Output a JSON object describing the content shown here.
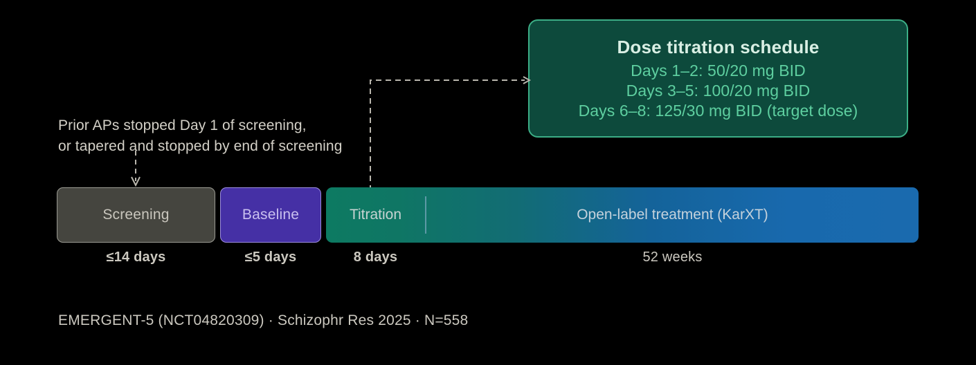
{
  "callout": {
    "title": "Dose titration schedule",
    "lines": [
      "Days 1–2: 50/20 mg BID",
      "Days 3–5: 100/20 mg BID",
      "Days 6–8: 125/30 mg BID (target dose)"
    ],
    "border_color": "#3cae86",
    "fill_color": "#0d4a3c",
    "title_color": "#d9efe4",
    "line_color": "#5ecfa0"
  },
  "annotation": {
    "text": "Prior APs stopped Day 1 of screening,\nor tapered and stopped by end of screening",
    "color": "#d3d0c7"
  },
  "timeline": {
    "phases": [
      {
        "key": "screening",
        "label": "Screening",
        "duration": "≤14 days",
        "fill": "#45453f",
        "border": "#9c9c94",
        "text_color": "#c9c6bd"
      },
      {
        "key": "baseline",
        "label": "Baseline",
        "duration": "≤5 days",
        "fill": "#4530a5",
        "border": "#9d8ee0",
        "text_color": "#c9c0ef"
      },
      {
        "key": "titration",
        "label": "Titration",
        "duration": "8 days",
        "fill": "#0d7a62",
        "text_color": "#c6d3d2"
      },
      {
        "key": "treatment",
        "label": "Open-label treatment (KarXT)",
        "duration": "52 weeks",
        "fill": "#1a6aae",
        "text_color": "#c5d2dc"
      }
    ]
  },
  "footer": {
    "text": "EMERGENT-5 (NCT04820309) · Schizophr Res 2025 · N=558",
    "color": "#cbc8bf"
  },
  "connectors": {
    "elbow_color": "#b9b6ad",
    "arrow_color": "#b9b6ad"
  }
}
